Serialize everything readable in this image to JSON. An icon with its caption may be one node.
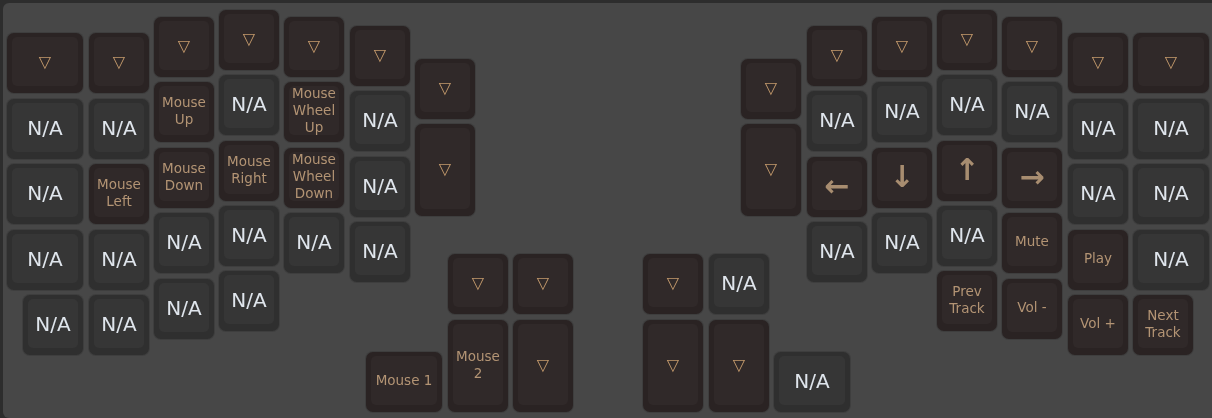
{
  "diagram": {
    "nodes": [
      {
        "text": [
          "▽"
        ]
      },
      {
        "text": [
          "▽"
        ]
      },
      {
        "text": [
          "▽"
        ]
      },
      {
        "text": [
          "▽"
        ]
      },
      {
        "text": [
          "▽"
        ]
      },
      {
        "text": [
          "▽"
        ]
      },
      {
        "text": [
          "▽"
        ]
      },
      {
        "text": [
          "N/A"
        ]
      },
      {
        "text": [
          "N/A"
        ]
      },
      {
        "text": [
          "Mouse Up"
        ]
      },
      {
        "text": [
          "N/A"
        ]
      },
      {
        "text": [
          "Mouse Wheel Up"
        ]
      },
      {
        "text": [
          "N/A"
        ]
      },
      {
        "text": [
          "▽"
        ]
      },
      {
        "text": [
          "N/A"
        ]
      },
      {
        "text": [
          "Mouse Left"
        ]
      },
      {
        "text": [
          "Mouse Down"
        ]
      },
      {
        "text": [
          "Mouse Right"
        ]
      },
      {
        "text": [
          "Mouse Wheel Down"
        ]
      },
      {
        "text": [
          "N/A"
        ]
      },
      {
        "text": [
          "N/A"
        ]
      },
      {
        "text": [
          "N/A"
        ]
      },
      {
        "text": [
          "N/A"
        ]
      },
      {
        "text": [
          "N/A"
        ]
      },
      {
        "text": [
          "N/A"
        ]
      },
      {
        "text": [
          "N/A"
        ]
      },
      {
        "text": [
          "N/A"
        ]
      },
      {
        "text": [
          "N/A"
        ]
      },
      {
        "text": [
          "N/A"
        ]
      },
      {
        "text": [
          "N/A"
        ]
      },
      {
        "text": [
          "▽"
        ]
      },
      {
        "text": [
          "▽"
        ]
      },
      {
        "text": [
          "Mouse 1"
        ]
      },
      {
        "text": [
          "Mouse 2"
        ]
      },
      {
        "text": [
          "▽"
        ]
      },
      {
        "text": [
          "▽"
        ]
      },
      {
        "text": [
          "N/A"
        ]
      },
      {
        "text": [
          "▽"
        ]
      },
      {
        "text": [
          "▽"
        ]
      },
      {
        "text": [
          "N/A"
        ]
      },
      {
        "text": [
          "▽"
        ]
      },
      {
        "text": [
          "▽"
        ]
      },
      {
        "text": [
          "▽"
        ]
      },
      {
        "text": [
          "▽"
        ]
      },
      {
        "text": [
          "▽"
        ]
      },
      {
        "text": [
          "▽"
        ]
      },
      {
        "text": [
          "▽"
        ]
      },
      {
        "text": [
          "▽"
        ]
      },
      {
        "text": [
          "N/A"
        ]
      },
      {
        "text": [
          "N/A"
        ]
      },
      {
        "text": [
          "N/A"
        ]
      },
      {
        "text": [
          "N/A"
        ]
      },
      {
        "text": [
          "N/A"
        ]
      },
      {
        "text": [
          "N/A"
        ]
      },
      {
        "text": [
          "←"
        ]
      },
      {
        "text": [
          "↓"
        ]
      },
      {
        "text": [
          "↑"
        ]
      },
      {
        "text": [
          "→"
        ]
      },
      {
        "text": [
          "N/A"
        ]
      },
      {
        "text": [
          "N/A"
        ]
      },
      {
        "text": [
          "N/A"
        ]
      },
      {
        "text": [
          "N/A"
        ]
      },
      {
        "text": [
          "N/A"
        ]
      },
      {
        "text": [
          "Mute"
        ]
      },
      {
        "text": [
          "Play"
        ]
      },
      {
        "text": [
          "N/A"
        ]
      },
      {
        "text": [
          "Prev Track"
        ]
      },
      {
        "text": [
          "Vol -"
        ]
      },
      {
        "text": [
          "Vol +"
        ]
      },
      {
        "text": [
          "Next Track"
        ]
      }
    ]
  }
}
